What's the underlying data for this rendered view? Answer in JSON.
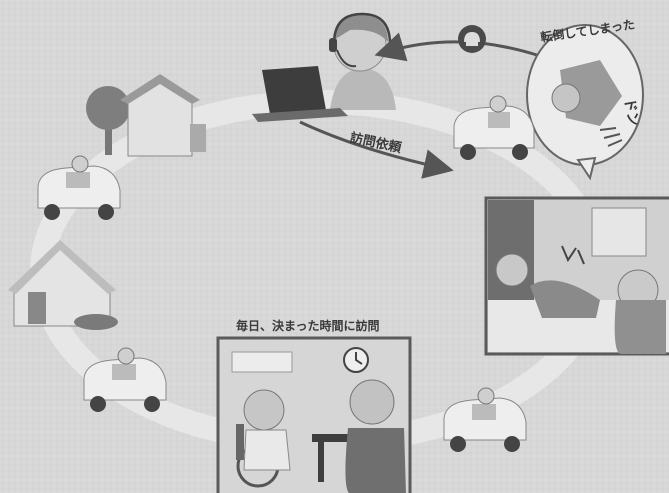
{
  "labels": {
    "fall_caption": "転倒してしまった",
    "fall_sound": "ドン",
    "visit_request": "訪問依頼",
    "daily_visit": "毎日、決まった時間に訪問"
  },
  "colors": {
    "background": "#d9d9d9",
    "path": "#e7e7e7",
    "ink": "#3a3a3a",
    "panel_border": "#5a5a5a"
  },
  "icons": [
    "phone-icon",
    "headset-icon",
    "laptop-icon",
    "clock-icon",
    "house-icon",
    "tree-icon",
    "car-icon",
    "wheelchair-icon"
  ]
}
